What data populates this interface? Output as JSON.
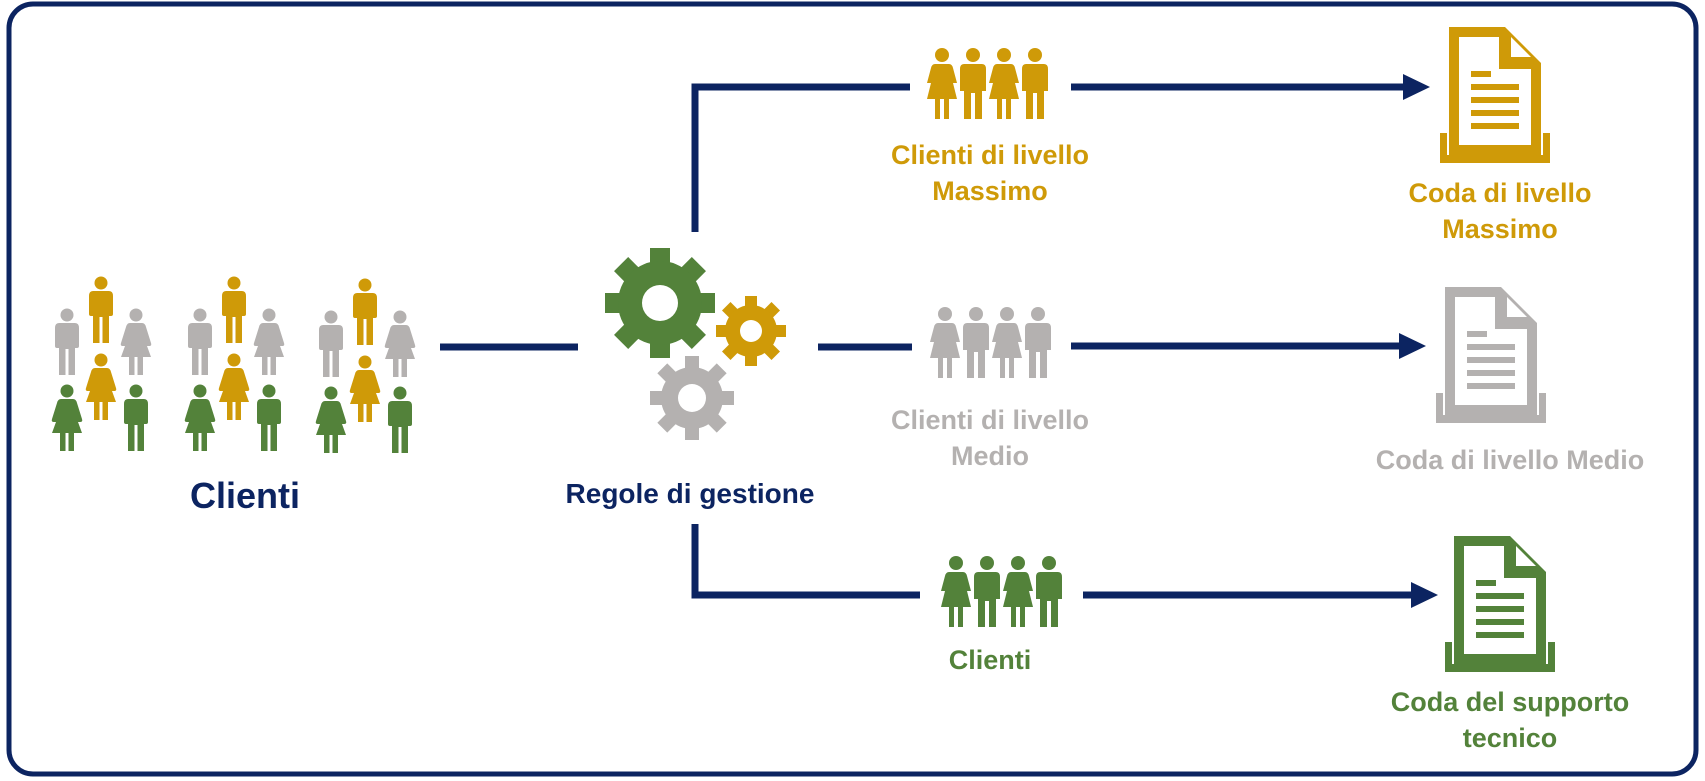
{
  "colors": {
    "navy": "#0c2461",
    "gold": "#cf9a08",
    "gray": "#b4b1b0",
    "green": "#53823a",
    "white": "#ffffff"
  },
  "labels": {
    "clients": "Clienti",
    "rules": "Regole di gestione",
    "high_clients": [
      "Clienti di livello",
      "Massimo"
    ],
    "medium_clients": [
      "Clienti di livello",
      "Medio"
    ],
    "tech_clients": "Clienti",
    "high_queue": [
      "Coda di livello",
      "Massimo"
    ],
    "medium_queue": "Coda di livello Medio",
    "tech_queue": [
      "Coda del supporto",
      "tecnico"
    ]
  },
  "icons": {
    "people": "person-icon",
    "gears": "gear-icon",
    "queues": "document-tray-icon"
  }
}
